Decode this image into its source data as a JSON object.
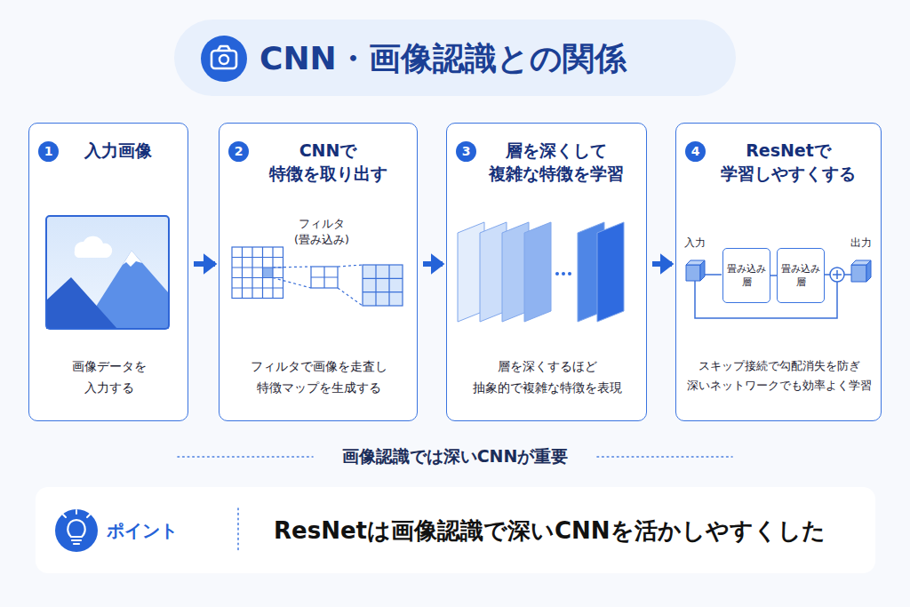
{
  "diagram": {
    "title": "CNN・画像認識との関係",
    "nodes": [
      {
        "text": [
          "1",
          "入力画像",
          "画像データを 入力する"
        ]
      },
      {
        "text": [
          "2",
          "CNNで 特徴を取り出す",
          "フィルタで画像を走査し 特徴マップを生成する"
        ]
      },
      {
        "text": [
          "3",
          "層を深くして 複雑な特徴を学習",
          "層を深くするほど 抽象的で複雑な特徴を表現"
        ]
      },
      {
        "text": [
          "4",
          "ResNetで 学習しやすくする",
          "スキップ接続で勾配消失を防ぎ 深いネットワークでも効率よく学習"
        ]
      },
      {
        "text": [
          "畳み込み 層"
        ],
        "in": 3
      },
      {
        "text": [
          "畳み込み 層"
        ],
        "in": 3
      },
      {
        "text": [
          "ポイント",
          "ResNetは画像認識で深いCNNを活かしやすくした"
        ]
      }
    ],
    "edges": [
      {
        "from": 0,
        "to": 1,
        "arrow": "to"
      },
      {
        "from": 1,
        "to": 2,
        "arrow": "to"
      },
      {
        "from": 2,
        "to": 3,
        "arrow": "to"
      },
      {
        "from": 4,
        "to": 5,
        "arrow": "none"
      }
    ],
    "labels": [
      "フィルタ (畳み込み)",
      "入力",
      "出力",
      "画像認識では深いCNNが重要"
    ]
  }
}
